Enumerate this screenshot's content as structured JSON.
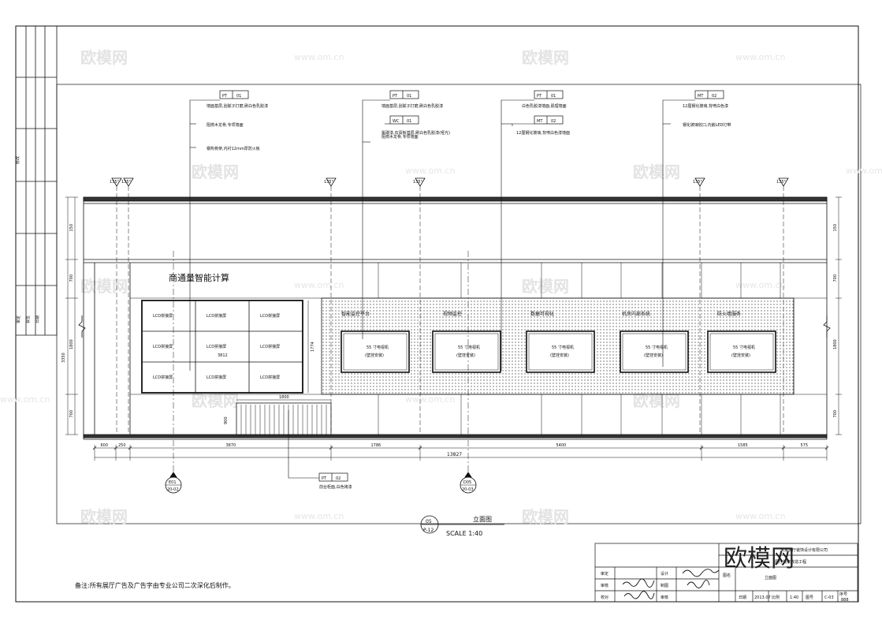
{
  "drawing": {
    "title": "立面图",
    "index_number": "05",
    "index_sheet": "P-12",
    "scale": "SCALE 1:40",
    "note": "备注:所有展厅广告及广告字由专业公司二次深化后制作。",
    "wall_heading": "商通量智能计算",
    "screen_panel_width": "3812",
    "screen_panel_height": "1774",
    "screen_cell_text": "LCD拼接屏",
    "display_titles": [
      "智能监控平台",
      "视频监控",
      "数据可视化",
      "机房内部系统",
      "防火墙服务"
    ],
    "display_screen_label": "55 寸电视机",
    "display_screen_sub": "(壁挂安装)",
    "counter_width": "1800",
    "counter_height": "900"
  },
  "material_tags": [
    {
      "code": "PT",
      "num": "01",
      "lines": [
        "墙面基层,刮腻子打磨,刷白色乳胶漆",
        "阻燃木龙骨,专项墙面",
        "钢构骨架,内衬12mm厚防火板"
      ]
    },
    {
      "code": "PT",
      "num": "01",
      "lines": [
        "墙面基层,刮腻子打磨,刷白色乳胶漆",
        "阻燃木龙骨,专项墙面"
      ]
    },
    {
      "code": "WC",
      "num": "01",
      "lines": [
        "氟碳漆,石膏板基层,刷白色乳胶漆(哑光)"
      ]
    },
    {
      "code": "PT",
      "num": "01",
      "lines": [
        "白色乳胶漆墙面,肌理墙面"
      ]
    },
    {
      "code": "MT",
      "num": "02",
      "lines": [
        "12厘钢化玻璃,背喷白色漆墙面"
      ]
    },
    {
      "code": "MT",
      "num": "02",
      "lines": [
        "12厘钢化玻璃,背喷白色漆",
        "钢化玻璃收口,内嵌LED灯带"
      ]
    },
    {
      "code": "PT",
      "num": "02",
      "lines": [
        "前台柜面,白色烤漆"
      ]
    }
  ],
  "elevation_marks": [
    "135°",
    "135°",
    "135°",
    "135°",
    "135°",
    "135°"
  ],
  "dimensions": {
    "bottom": [
      "600",
      "250",
      "3870",
      "1786",
      "5400",
      "1585",
      "575"
    ],
    "total": "13827",
    "left_side": [
      "150",
      "700",
      "1800",
      "700"
    ],
    "left_total": "3350",
    "right_side": [
      "150",
      "700",
      "1800",
      "700"
    ]
  },
  "section_callouts": [
    {
      "top": "E01",
      "bottom": "20-02"
    },
    {
      "top": "D05",
      "bottom": "20-03"
    }
  ],
  "title_block": {
    "rows_left": [
      "审定",
      "审核",
      "校对"
    ],
    "rows_mid": [
      "设计",
      "制图",
      "审核"
    ],
    "drawing_name_label": "图名",
    "drawing_name": "立面图",
    "company": "某某展厅装饰设计有限公司",
    "project": "展厅装修改造工程",
    "bottom_fields": [
      {
        "label": "日期",
        "value": "2013.07"
      },
      {
        "label": "比例",
        "value": "1:40"
      },
      {
        "label": "图号",
        "value": "C-03"
      },
      {
        "label": "序号",
        "value": "888"
      }
    ]
  },
  "left_strip_labels": [
    "修改",
    "审定",
    "会签",
    "日期"
  ],
  "watermark": {
    "brand": "欧模网",
    "url": "www.om.cn",
    "logo": "欧模网"
  }
}
